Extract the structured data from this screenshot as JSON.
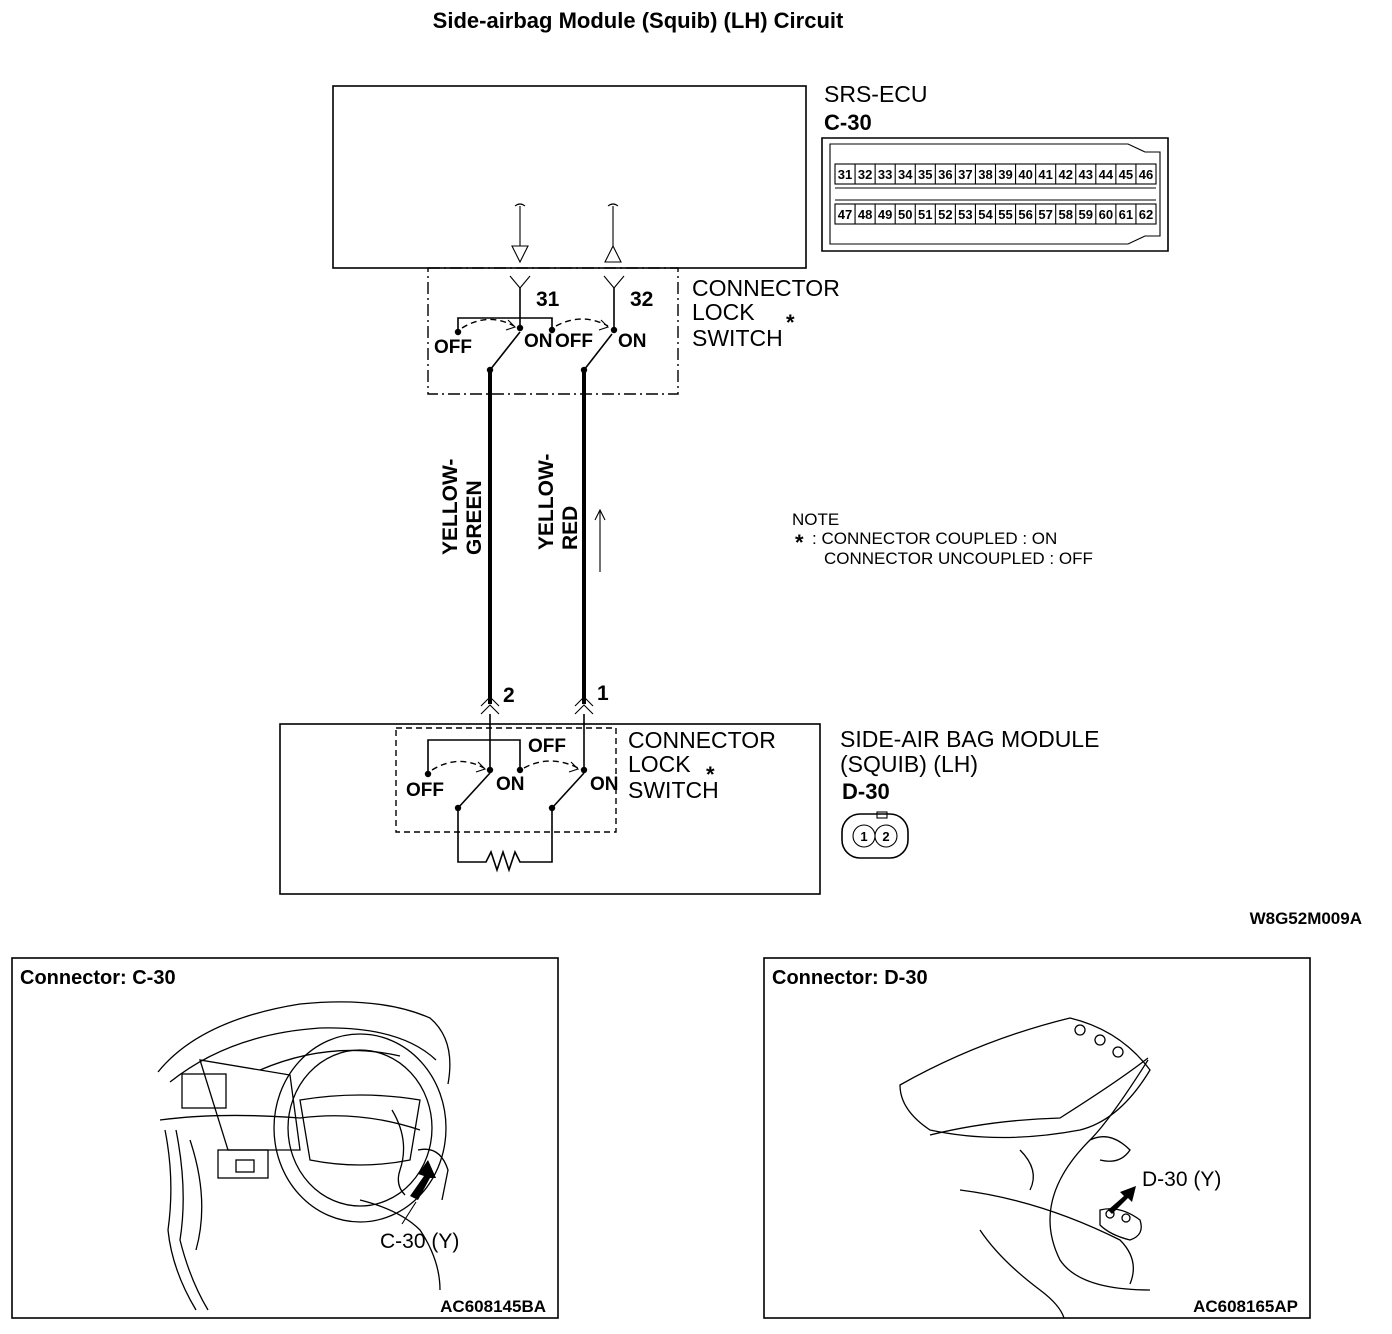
{
  "title": "Side-airbag Module (Squib) (LH) Circuit",
  "ecu": {
    "name": "SRS-ECU",
    "connector": "C-30",
    "pins_top": [
      "31",
      "32",
      "33",
      "34",
      "35",
      "36",
      "37",
      "38",
      "39",
      "40",
      "41",
      "42",
      "43",
      "44",
      "45",
      "46"
    ],
    "pins_bottom": [
      "47",
      "48",
      "49",
      "50",
      "51",
      "52",
      "53",
      "54",
      "55",
      "56",
      "57",
      "58",
      "59",
      "60",
      "61",
      "62"
    ],
    "pin_a": "31",
    "pin_b": "32"
  },
  "lock_switch": {
    "line1": "CONNECTOR",
    "line2": "LOCK",
    "line3": "SWITCH",
    "asterisk": "*",
    "off": "OFF",
    "on": "ON"
  },
  "wires": [
    {
      "line1": "YELLOW-",
      "line2": "GREEN"
    },
    {
      "line1": "YELLOW-",
      "line2": "RED"
    }
  ],
  "note": {
    "heading": "NOTE",
    "asterisk": "*",
    "line1": ": CONNECTOR COUPLED : ON",
    "line2": "CONNECTOR UNCOUPLED : OFF"
  },
  "module": {
    "line1": "SIDE-AIR BAG MODULE",
    "line2": "(SQUIB) (LH)",
    "connector": "D-30",
    "pin_a": "2",
    "pin_b": "1",
    "icon_pin1": "1",
    "icon_pin2": "2"
  },
  "figure_code": "W8G52M009A",
  "panels": [
    {
      "title": "Connector: C-30",
      "callout": "C-30 (Y)",
      "code": "AC608145BA"
    },
    {
      "title": "Connector: D-30",
      "callout": "D-30 (Y)",
      "code": "AC608165AP"
    }
  ]
}
